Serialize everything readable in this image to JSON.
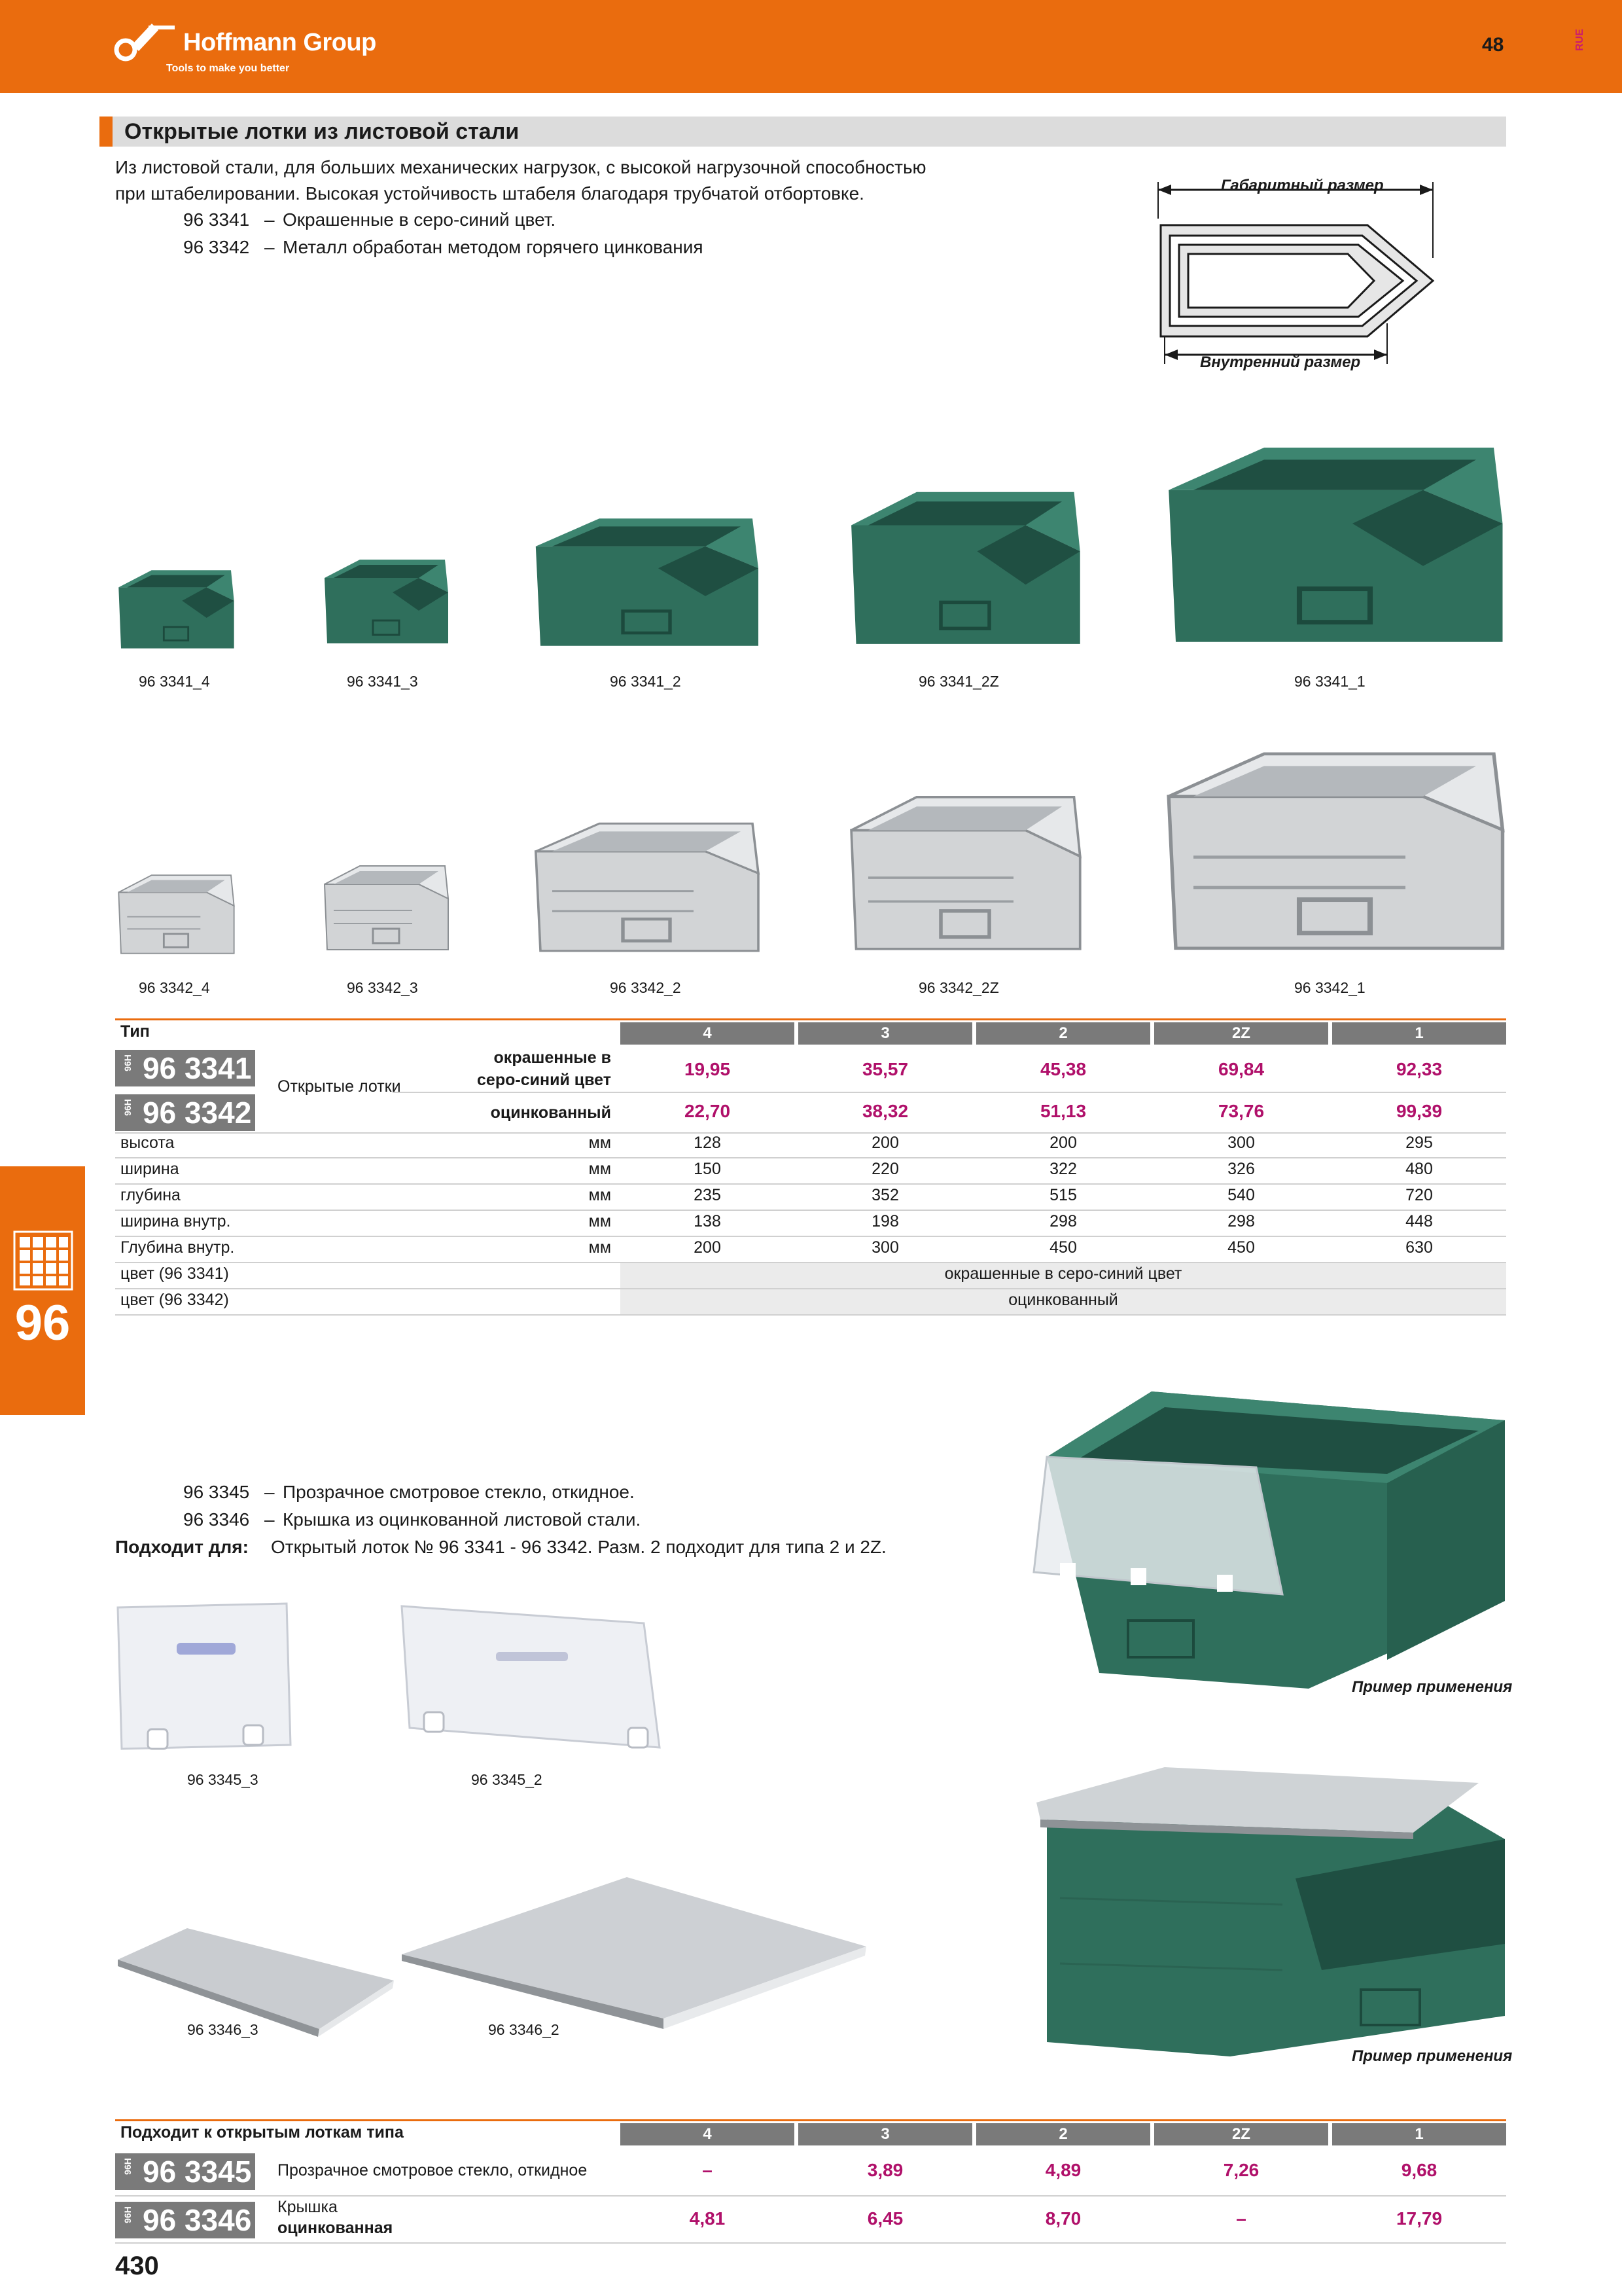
{
  "header": {
    "brand": "Hoffmann Group",
    "tagline": "Tools to make you better",
    "page_number": "48",
    "lang": "RUE"
  },
  "section": {
    "title": "Открытые лотки из листовой стали",
    "intro_1": "Из листовой стали, для больших механических нагрузок, с высокой нагрузочной способностью",
    "intro_2": "при штабелировании. Высокая устойчивость штабеля благодаря трубчатой отбортовке.",
    "item_1_code": "96 3341",
    "item_1_text": "Окрашенные в серо-синий цвет.",
    "item_2_code": "96 3342",
    "item_2_text": "Металл обработан методом горячего цинкования",
    "dash": "–",
    "diagram_outer": "Габаритный размер",
    "diagram_inner": "Внутренний размер"
  },
  "colors": {
    "accent": "#ea6c0e",
    "price": "#b0106a",
    "header_gray": "#7a7a7a",
    "bin_green": "#2f6f5c"
  },
  "captions_green": [
    "96 3341_4",
    "96 3341_3",
    "96 3341_2",
    "96 3341_2Z",
    "96 3341_1"
  ],
  "captions_zinc": [
    "96 3342_4",
    "96 3342_3",
    "96 3342_2",
    "96 3342_2Z",
    "96 3342_1"
  ],
  "table1": {
    "type_label": "Тип",
    "columns": [
      "4",
      "3",
      "2",
      "2Z",
      "1"
    ],
    "art_prefix": "96H",
    "art1": "96 3341",
    "art2": "96 3342",
    "product_name": "Открытые лотки",
    "variant1_line1": "окрашенные в",
    "variant1_line2": "серо-синий цвет",
    "variant2": "оцинкованный",
    "prices1": [
      "19,95",
      "35,57",
      "45,38",
      "69,84",
      "92,33"
    ],
    "prices2": [
      "22,70",
      "38,32",
      "51,13",
      "73,76",
      "99,39"
    ],
    "unit": "мм",
    "specs": [
      {
        "label": "высота",
        "values": [
          "128",
          "200",
          "200",
          "300",
          "295"
        ]
      },
      {
        "label": "ширина",
        "values": [
          "150",
          "220",
          "322",
          "326",
          "480"
        ]
      },
      {
        "label": "глубина",
        "values": [
          "235",
          "352",
          "515",
          "540",
          "720"
        ]
      },
      {
        "label": "ширина внутр.",
        "values": [
          "138",
          "198",
          "298",
          "298",
          "448"
        ]
      },
      {
        "label": "Глубина внутр.",
        "values": [
          "200",
          "300",
          "450",
          "450",
          "630"
        ]
      }
    ],
    "color1_label": "цвет (96 3341)",
    "color1_value": "окрашенные в серо-синий цвет",
    "color2_label": "цвет (96 3342)",
    "color2_value": "оцинкованный"
  },
  "side_tab": {
    "number": "96"
  },
  "accessories": {
    "line1_code": "96 3345",
    "line1_text": "Прозрачное смотровое стекло, откидное.",
    "line2_code": "96 3346",
    "line2_text": "Крышка из оцинкованной листовой стали.",
    "fits_label": "Подходит для:",
    "fits_text": "Открытый лоток № 96 3341 - 96 3342. Разм. 2 подходит для типа 2 и 2Z.",
    "captions": [
      "96 3345_3",
      "96 3345_2",
      "96 3346_3",
      "96 3346_2"
    ],
    "example_label": "Пример применения"
  },
  "table2": {
    "header_label": "Подходит к открытым лоткам типа",
    "columns": [
      "4",
      "3",
      "2",
      "2Z",
      "1"
    ],
    "art_prefix": "96H",
    "art1": "96 3345",
    "art1_name": "Прозрачное смотровое стекло, откидное",
    "art2": "96 3346",
    "art2_name_line1": "Крышка",
    "art2_name_line2": "оцинкованная",
    "prices1": [
      "–",
      "3,89",
      "4,89",
      "7,26",
      "9,68"
    ],
    "prices2": [
      "4,81",
      "6,45",
      "8,70",
      "–",
      "17,79"
    ]
  },
  "footer": {
    "page": "430"
  }
}
